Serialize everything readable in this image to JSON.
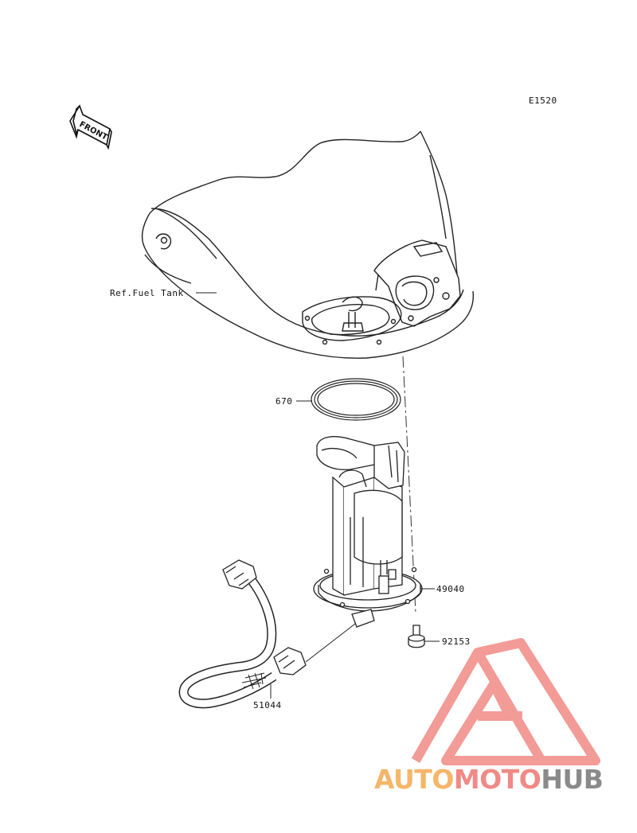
{
  "diagram": {
    "code": "E1520",
    "front_arrow": "FRONT",
    "labels": {
      "fuel_tank_ref": "Ref.Fuel Tank",
      "gasket": "670",
      "pump_assembly": "49040",
      "bolt": "92153",
      "hose": "51044"
    }
  },
  "watermark": {
    "part1": "AUTO",
    "part2": "MOTO",
    "part3": "HUB",
    "colors": {
      "auto": "#f5b66a",
      "moto": "#f08a86",
      "hub": "#8a8a8a",
      "logo": "#f08a86"
    }
  }
}
